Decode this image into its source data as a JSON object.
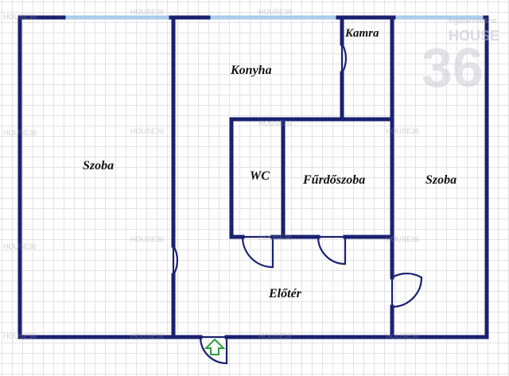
{
  "rooms": {
    "szoba_left": "Szoba",
    "konyha": "Konyha",
    "kamra": "Kamra",
    "wc": "WC",
    "furdoszoba": "Fűrdőszoba",
    "szoba_right": "Szoba",
    "eloter": "Előtér"
  },
  "watermark": {
    "brand": "HOUSE36",
    "logo_tagline": "ingatlanhálózat",
    "logo_word": "HOUSE",
    "logo_number": "36"
  },
  "colors": {
    "wall": "#1a2170",
    "window": "#a9cdea",
    "entrance_arrow": "#2e9e3a",
    "grid": "#e3e3e8"
  },
  "icons": {
    "entrance": "entrance-arrow-icon"
  }
}
